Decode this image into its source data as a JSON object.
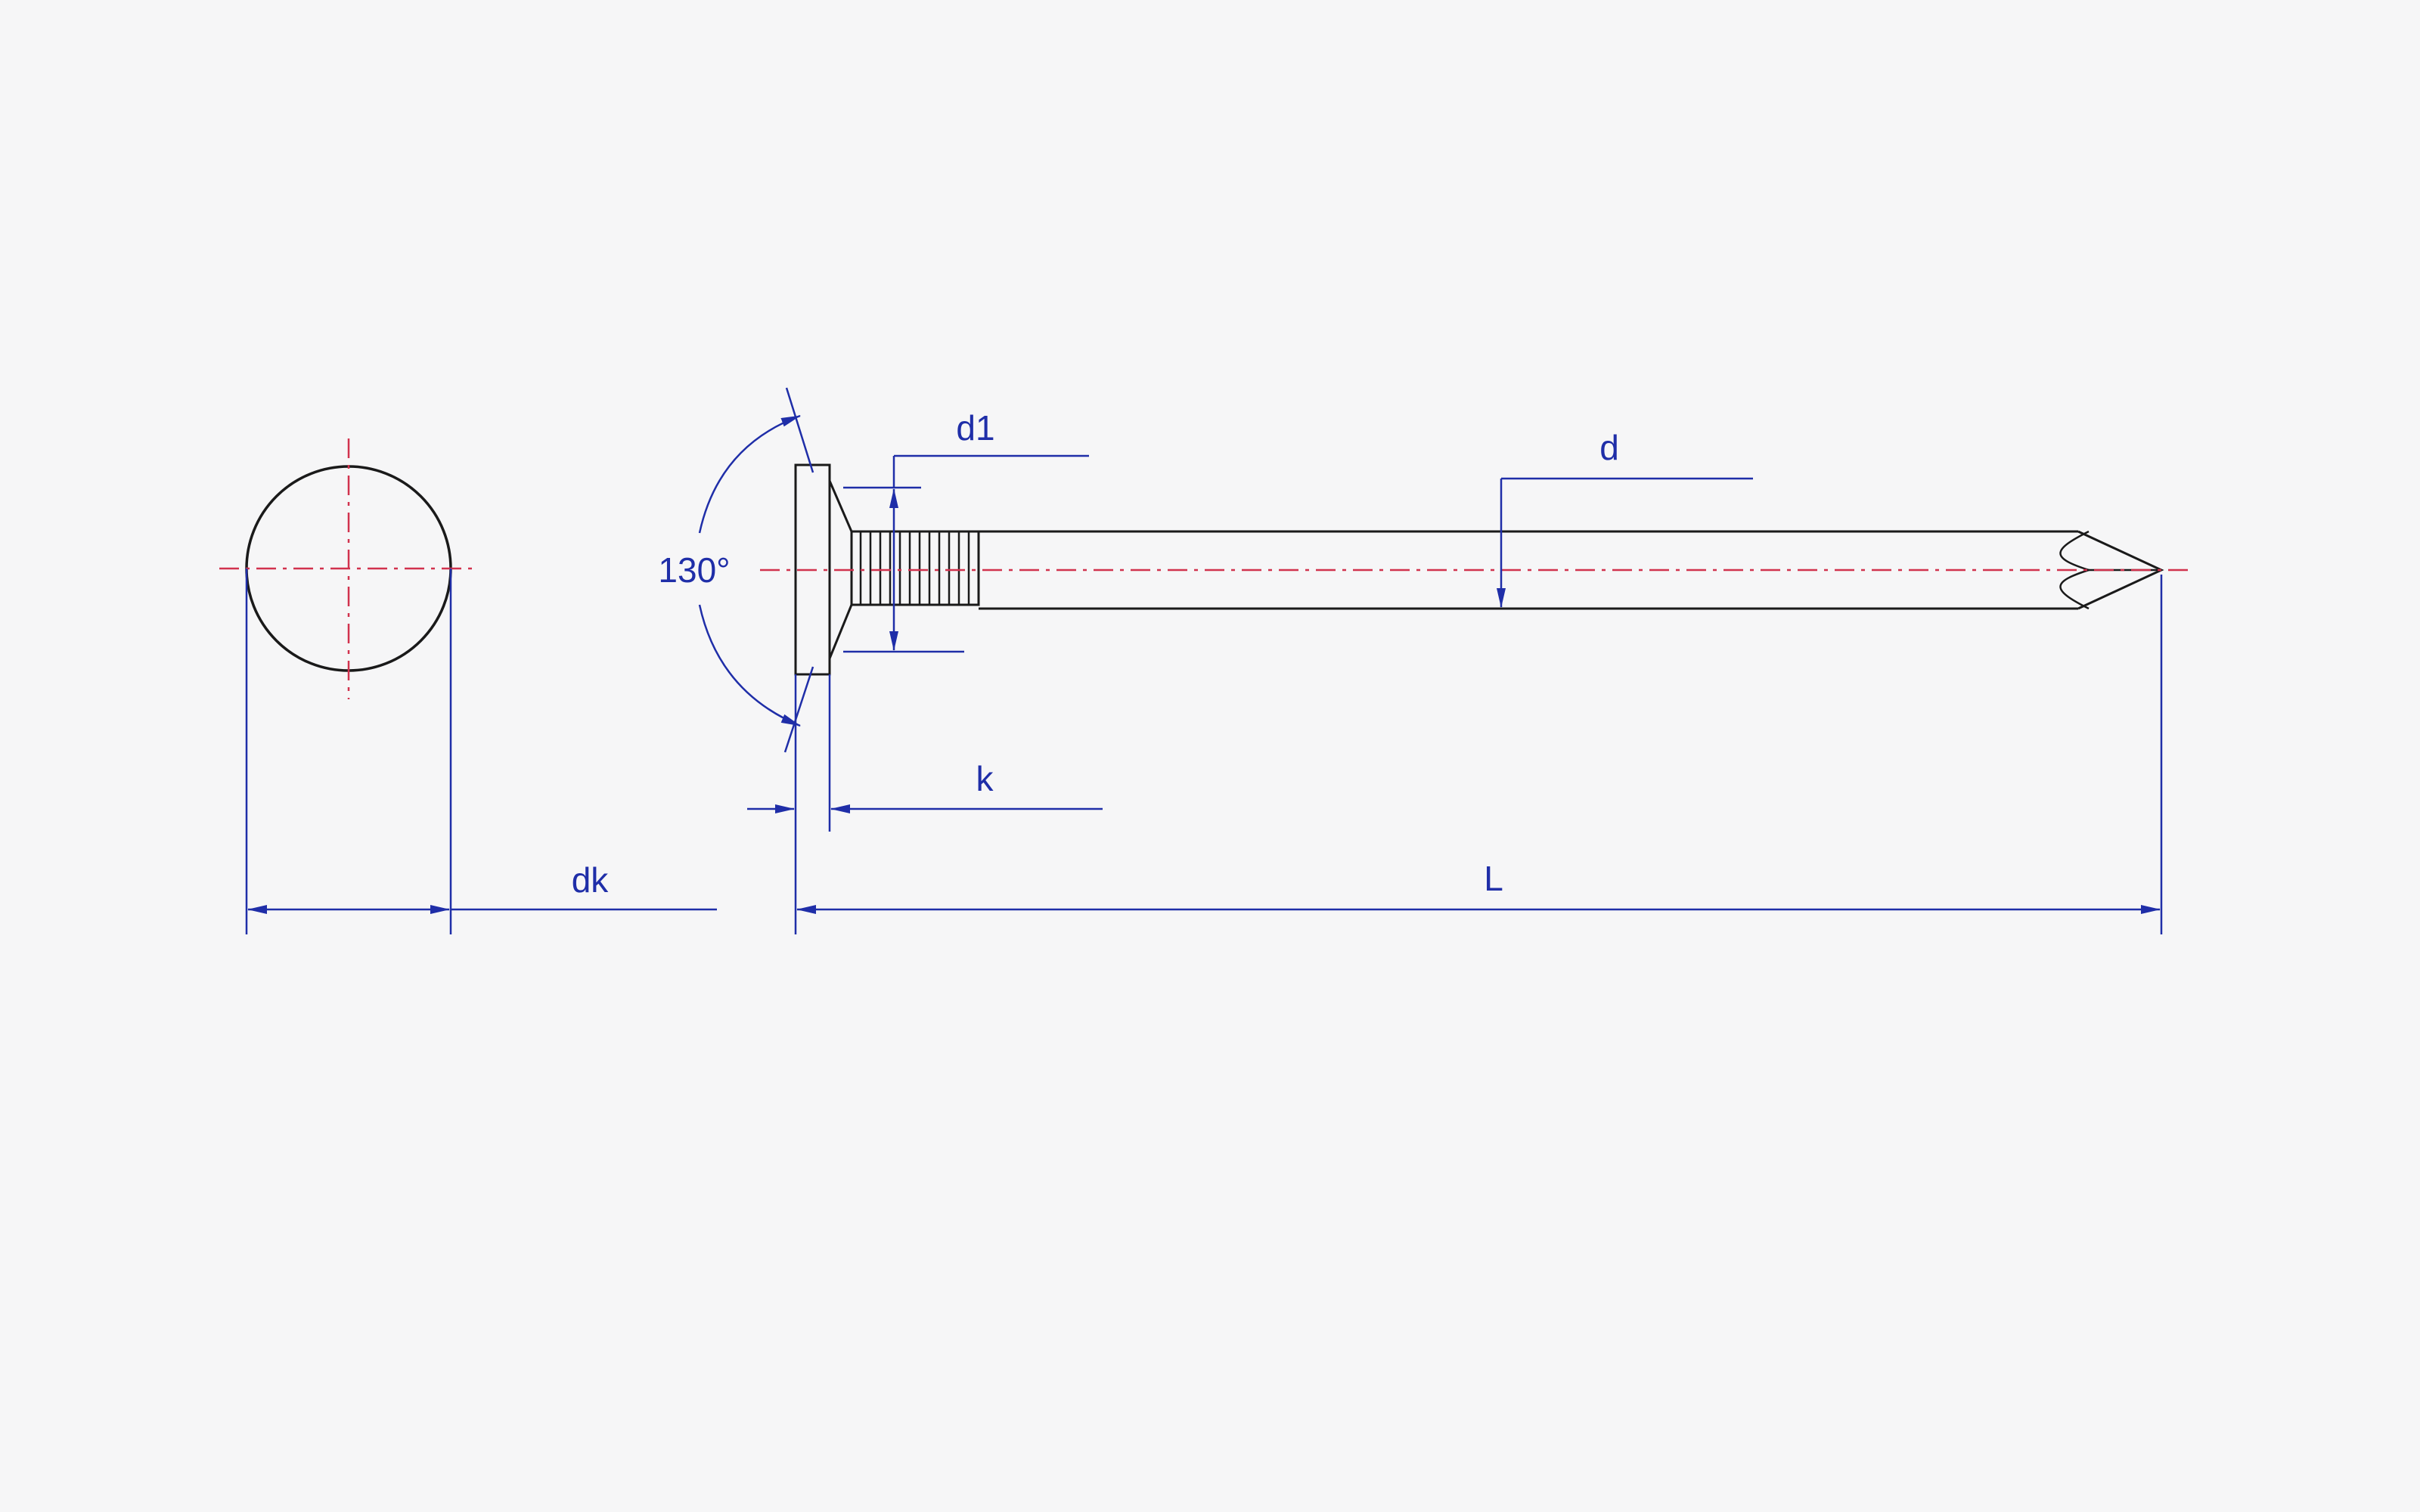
{
  "drawing": {
    "colors": {
      "outline": "#1a1a1a",
      "dimension": "#1f2ea8",
      "centerline": "#d1324e",
      "background": "#f6f6f7"
    },
    "labels": {
      "dk": "dk",
      "angle": "130°",
      "d1": "d1",
      "d": "d",
      "k": "k",
      "L": "L"
    }
  }
}
